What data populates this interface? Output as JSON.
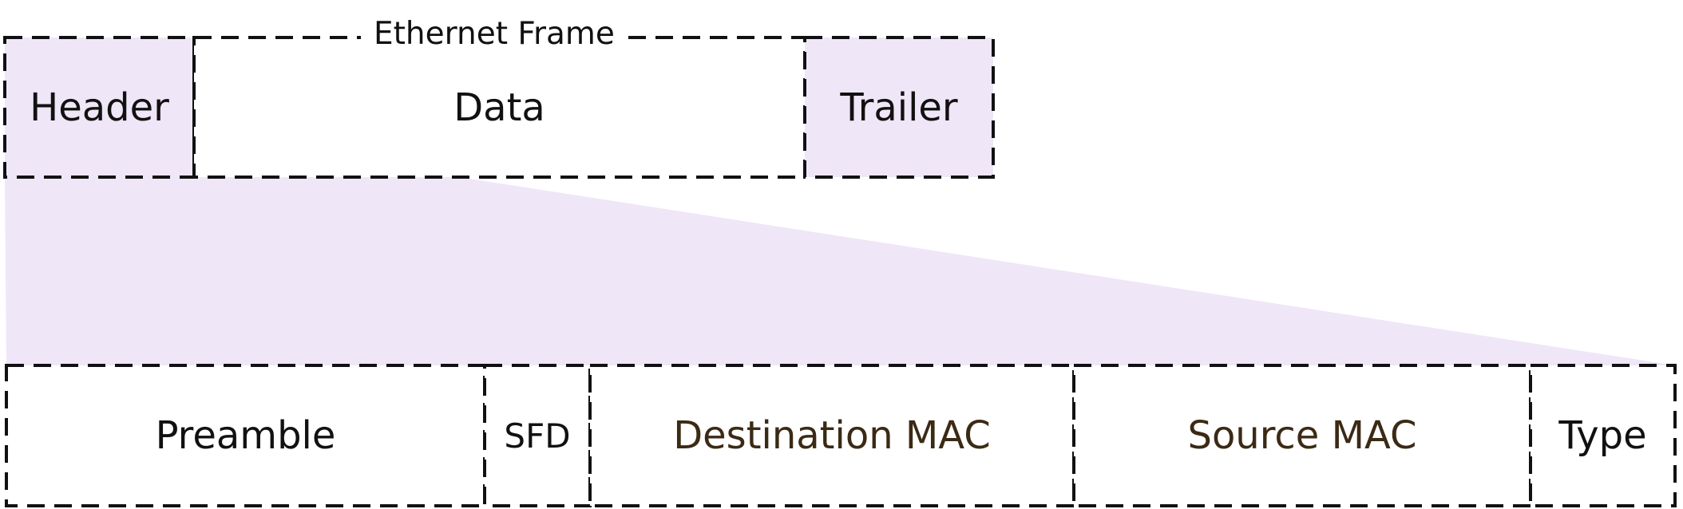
{
  "frame_title": "Ethernet Frame",
  "frame": {
    "header": "Header",
    "data": "Data",
    "trailer": "Trailer"
  },
  "header_fields": {
    "preamble": "Preamble",
    "sfd": "SFD",
    "destination_mac": "Destination MAC",
    "source_mac": "Source MAC",
    "type": "Type"
  },
  "colors": {
    "highlight_fill": "#efe6f7",
    "stroke": "#111111",
    "text": "#111111",
    "mac_text": "#3b2a14"
  }
}
